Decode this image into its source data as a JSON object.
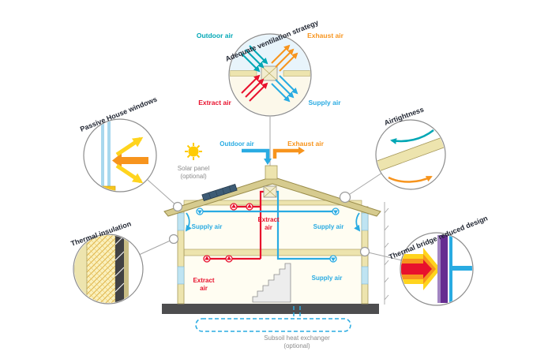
{
  "callouts": {
    "ventilation": {
      "title": "Adequate ventilation strategy",
      "outdoor": "Outdoor air",
      "exhaust": "Exhaust air",
      "extract": "Extract air",
      "supply": "Supply air"
    },
    "windows": {
      "title": "Passive House windows"
    },
    "airtightness": {
      "title": "Airtightness"
    },
    "insulation": {
      "title": "Thermal insulation"
    },
    "thermal_bridge": {
      "title": "Thermal bridge reduced design"
    }
  },
  "house": {
    "solar_panel_line1": "Solar panel",
    "solar_panel_line2": "(optional)",
    "outdoor_air": "Outdoor air",
    "exhaust_air": "Exhaust air",
    "rooms": {
      "upper_left_supply": "Supply air",
      "upper_center_extract_line1": "Extract",
      "upper_center_extract_line2": "air",
      "upper_right_supply": "Supply air",
      "lower_left_extract_line1": "Extract",
      "lower_left_extract_line2": "air",
      "lower_right_supply": "Supply air"
    },
    "subsoil_line1": "Subsoil heat exchanger",
    "subsoil_line2": "(optional)"
  },
  "colors": {
    "teal": "#00A7B5",
    "blue": "#29ABE2",
    "orange": "#F7941D",
    "red": "#E8112D",
    "yellow": "#FFD41E",
    "wall_beige": "#EDE4AE",
    "roof_khaki": "#D6CB8F",
    "ground_gray": "#4D4D4F",
    "purple": "#662D91"
  }
}
